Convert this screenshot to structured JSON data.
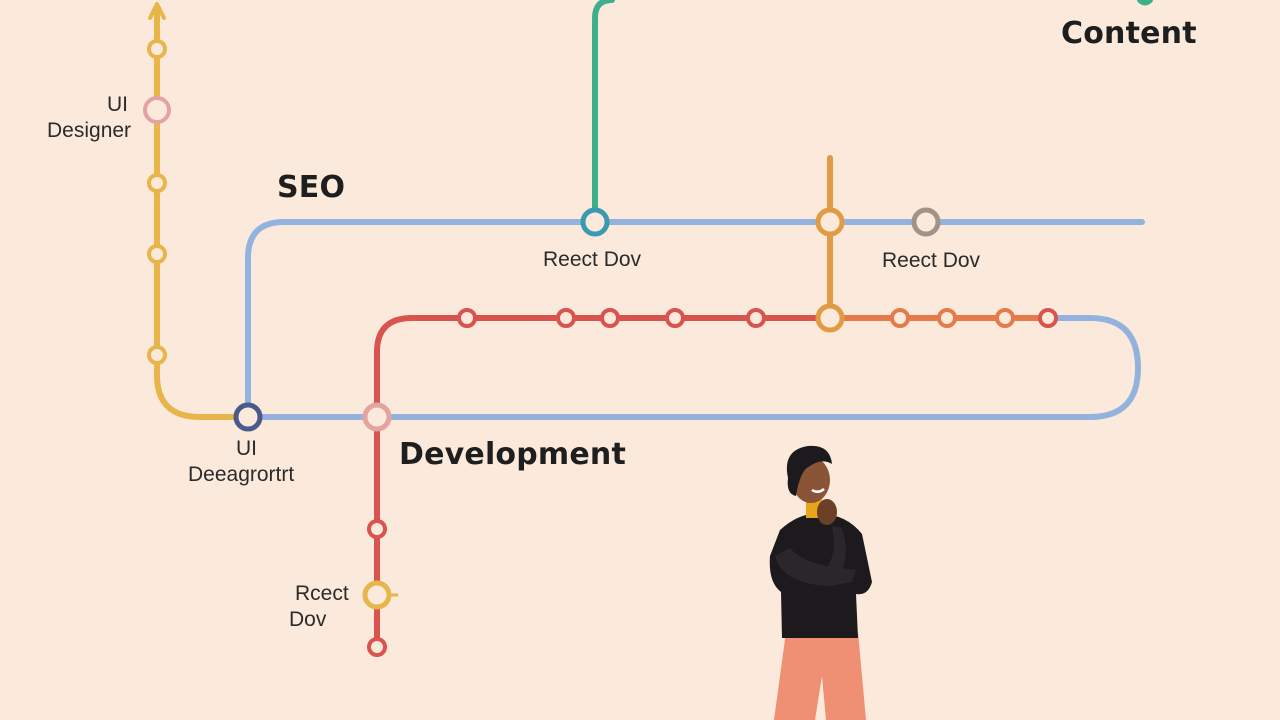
{
  "lines": {
    "seo": {
      "label": "SEO",
      "color": "#93b3de"
    },
    "development": {
      "label": "Development",
      "color": "#d9534f"
    },
    "content": {
      "label": "Content",
      "color": "#3fae8a"
    },
    "ui": {
      "color": "#e8b54a"
    },
    "orange": {
      "color": "#e39a44"
    }
  },
  "stations": {
    "ui_designer_top": {
      "line1": "UI",
      "line2": "Designer"
    },
    "ui_designer_junction": {
      "line1": "UI",
      "line2": "Deeagrortrt"
    },
    "react_dev_seo_left": "Reect Dov",
    "react_dev_seo_right": "Reect Dov",
    "react_dev_bottom": {
      "line1": "Rcect",
      "line2": "Dov"
    }
  },
  "colors": {
    "background": "#fbeadb",
    "junction_navy": "#4a5a8a",
    "station_gray": "#a39386",
    "station_pink": "#e3a3a0"
  }
}
